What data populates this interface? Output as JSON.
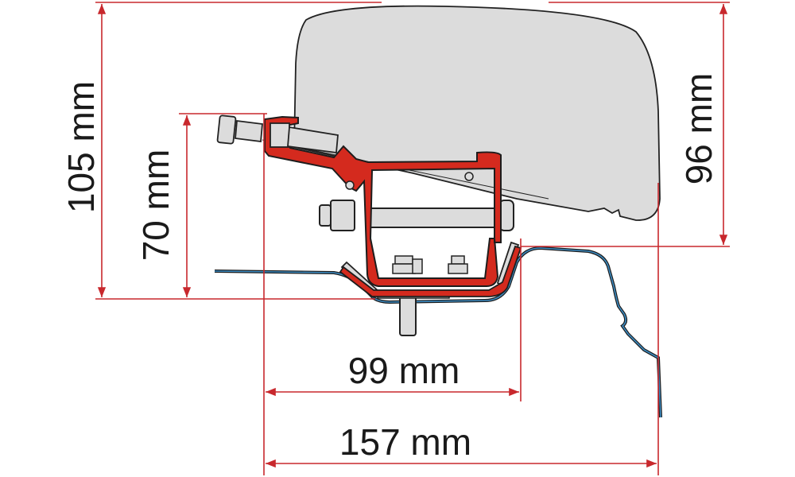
{
  "title": "Awning adapter mounting dimensions",
  "dimensions": {
    "height_total": "105 mm",
    "height_bracket": "70 mm",
    "height_awning": "96 mm",
    "width_inner": "99 mm",
    "width_total": "157 mm"
  },
  "colors": {
    "dimension_lines": "#c8282d",
    "bracket": "#d42a1e",
    "awning": "#dcdcdc",
    "roof_profile": "#3b8bc2"
  }
}
